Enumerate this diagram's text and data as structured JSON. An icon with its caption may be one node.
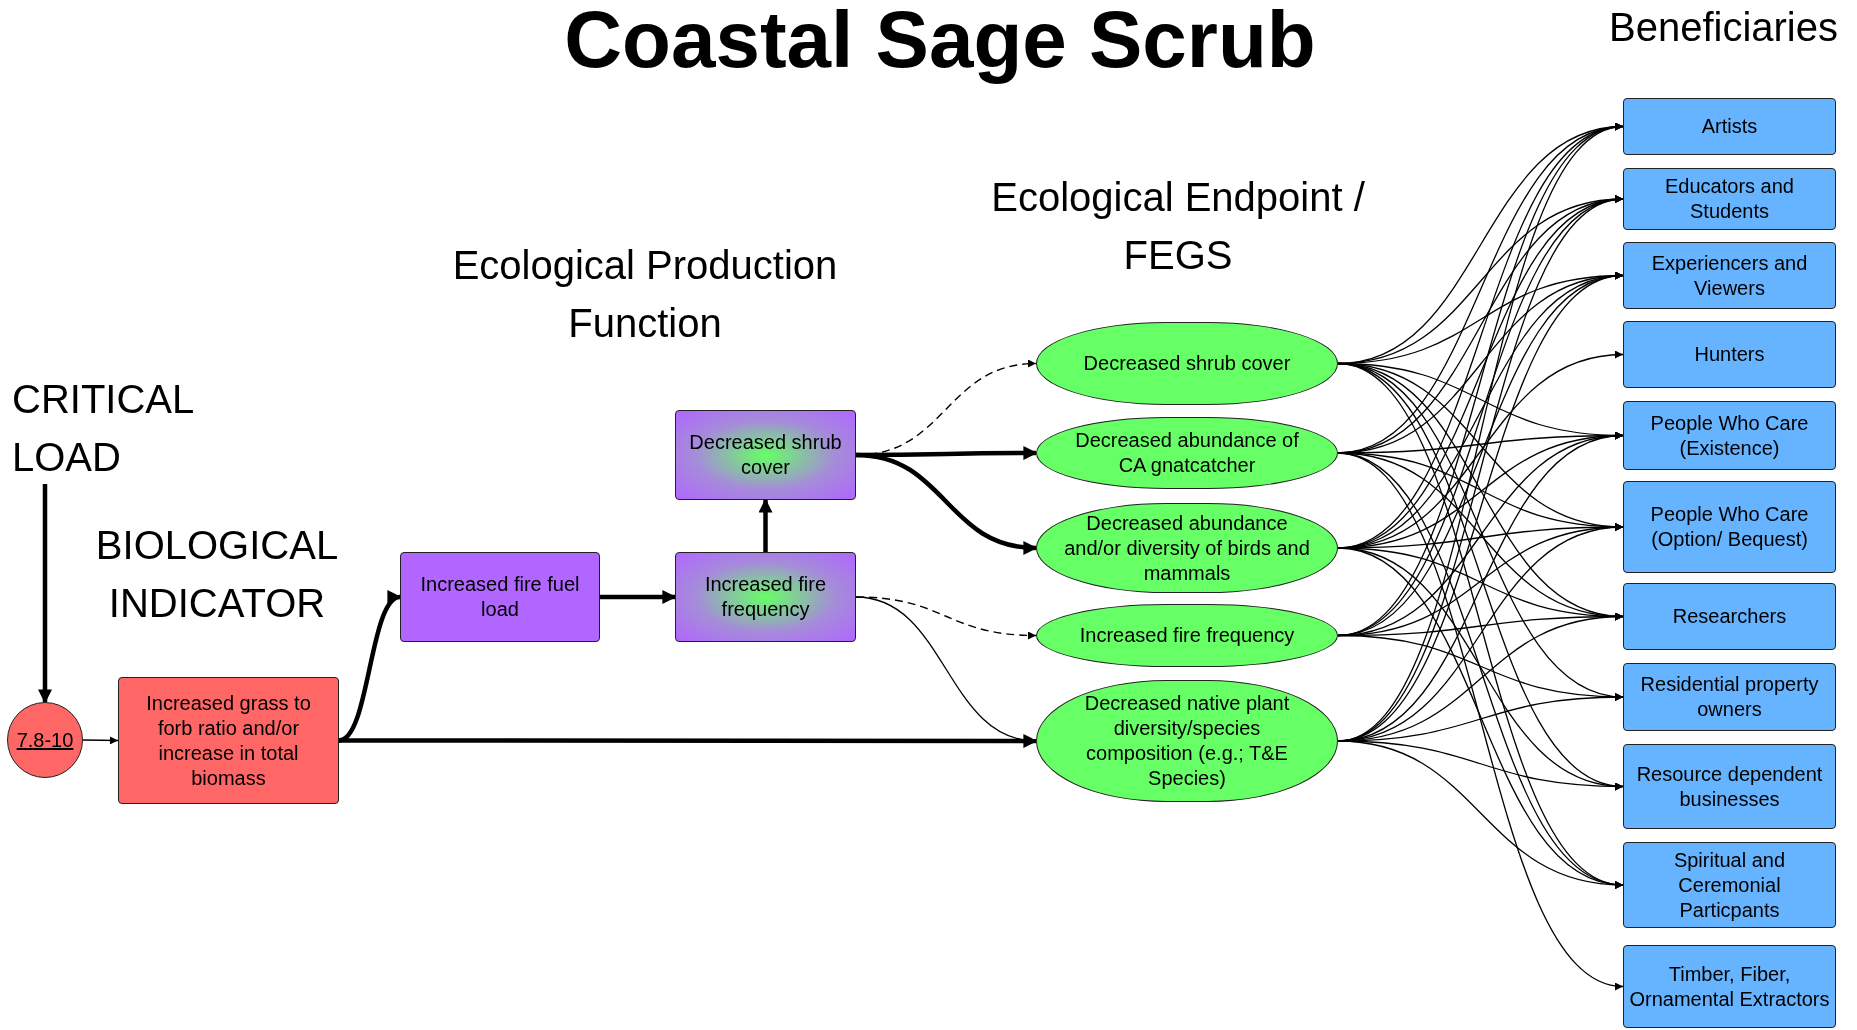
{
  "diagram": {
    "title": "Coastal Sage Scrub",
    "nodes": [
      {
        "text": [
          "CRITICAL LOAD"
        ]
      },
      {
        "text": [
          "7.8-10"
        ]
      },
      {
        "text": [
          "Increased grass to forb ratio and/or increase in total biomass"
        ]
      },
      {
        "text": [
          "Increased fire fuel load"
        ]
      },
      {
        "text": [
          "Increased fire frequency"
        ]
      },
      {
        "text": [
          "Decreased shrub cover"
        ]
      },
      {
        "text": [
          "Decreased shrub cover"
        ]
      },
      {
        "text": [
          "Decreased abundance of CA gnatcatcher"
        ]
      },
      {
        "text": [
          "Decreased abundance and/or diversity of birds and mammals"
        ]
      },
      {
        "text": [
          "Increased fire frequency"
        ]
      },
      {
        "text": [
          "Decreased native plant diversity/species composition (e.g.; T&E Species)"
        ]
      },
      {
        "text": [
          "Artists"
        ]
      },
      {
        "text": [
          "Educators and Students"
        ]
      },
      {
        "text": [
          "Experiencers and Viewers"
        ]
      },
      {
        "text": [
          "Hunters"
        ]
      },
      {
        "text": [
          "People Who Care (Existence)"
        ]
      },
      {
        "text": [
          "People Who Care (Option/ Bequest)"
        ]
      },
      {
        "text": [
          "Researchers"
        ]
      },
      {
        "text": [
          "Residential property owners"
        ]
      },
      {
        "text": [
          "Resource dependent businesses"
        ]
      },
      {
        "text": [
          "Spiritual and Ceremonial Particpants"
        ]
      },
      {
        "text": [
          "Timber, Fiber, Ornamental Extractors"
        ]
      }
    ],
    "edges": [
      {
        "from": 0,
        "to": 1,
        "arrow": "to",
        "style": "thick"
      },
      {
        "from": 1,
        "to": 2,
        "arrow": "to"
      },
      {
        "from": 2,
        "to": 3,
        "arrow": "to",
        "style": "thick"
      },
      {
        "from": 2,
        "to": 10,
        "arrow": "to",
        "style": "thick"
      },
      {
        "from": 3,
        "to": 4,
        "arrow": "to",
        "style": "thick"
      },
      {
        "from": 4,
        "to": 5,
        "arrow": "to",
        "style": "thick"
      },
      {
        "from": 5,
        "to": 6,
        "arrow": "to",
        "style": "dashed"
      },
      {
        "from": 5,
        "to": 7,
        "arrow": "to",
        "style": "thick"
      },
      {
        "from": 5,
        "to": 8,
        "arrow": "to",
        "style": "thick"
      },
      {
        "from": 4,
        "to": 9,
        "arrow": "to",
        "style": "dashed"
      },
      {
        "from": 4,
        "to": 10,
        "arrow": "to"
      },
      {
        "from": 6,
        "to": 11,
        "arrow": "to"
      },
      {
        "from": 7,
        "to": 11,
        "arrow": "to"
      },
      {
        "from": 8,
        "to": 11,
        "arrow": "to"
      },
      {
        "from": 9,
        "to": 11,
        "arrow": "to"
      },
      {
        "from": 10,
        "to": 11,
        "arrow": "to"
      },
      {
        "from": 6,
        "to": 12,
        "arrow": "to"
      },
      {
        "from": 7,
        "to": 12,
        "arrow": "to"
      },
      {
        "from": 8,
        "to": 12,
        "arrow": "to"
      },
      {
        "from": 9,
        "to": 12,
        "arrow": "to"
      },
      {
        "from": 10,
        "to": 12,
        "arrow": "to"
      },
      {
        "from": 6,
        "to": 13,
        "arrow": "to"
      },
      {
        "from": 7,
        "to": 13,
        "arrow": "to"
      },
      {
        "from": 8,
        "to": 13,
        "arrow": "to"
      },
      {
        "from": 9,
        "to": 13,
        "arrow": "to"
      },
      {
        "from": 10,
        "to": 13,
        "arrow": "to"
      },
      {
        "from": 8,
        "to": 14,
        "arrow": "to"
      },
      {
        "from": 6,
        "to": 15,
        "arrow": "to"
      },
      {
        "from": 7,
        "to": 15,
        "arrow": "to"
      },
      {
        "from": 8,
        "to": 15,
        "arrow": "to"
      },
      {
        "from": 9,
        "to": 15,
        "arrow": "to"
      },
      {
        "from": 10,
        "to": 15,
        "arrow": "to"
      },
      {
        "from": 6,
        "to": 16,
        "arrow": "to"
      },
      {
        "from": 7,
        "to": 16,
        "arrow": "to"
      },
      {
        "from": 8,
        "to": 16,
        "arrow": "to"
      },
      {
        "from": 9,
        "to": 16,
        "arrow": "to"
      },
      {
        "from": 10,
        "to": 16,
        "arrow": "to"
      },
      {
        "from": 6,
        "to": 17,
        "arrow": "to"
      },
      {
        "from": 7,
        "to": 17,
        "arrow": "to"
      },
      {
        "from": 8,
        "to": 17,
        "arrow": "to"
      },
      {
        "from": 9,
        "to": 17,
        "arrow": "to"
      },
      {
        "from": 10,
        "to": 17,
        "arrow": "to"
      },
      {
        "from": 6,
        "to": 18,
        "arrow": "to"
      },
      {
        "from": 9,
        "to": 18,
        "arrow": "to"
      },
      {
        "from": 10,
        "to": 18,
        "arrow": "to"
      },
      {
        "from": 6,
        "to": 19,
        "arrow": "to"
      },
      {
        "from": 8,
        "to": 19,
        "arrow": "to"
      },
      {
        "from": 10,
        "to": 19,
        "arrow": "to"
      },
      {
        "from": 6,
        "to": 20,
        "arrow": "to"
      },
      {
        "from": 7,
        "to": 20,
        "arrow": "to"
      },
      {
        "from": 8,
        "to": 20,
        "arrow": "to"
      },
      {
        "from": 10,
        "to": 20,
        "arrow": "to"
      },
      {
        "from": 7,
        "to": 21,
        "arrow": "to"
      }
    ],
    "labels": [
      "Beneficiaries",
      "Ecological Endpoint / FEGS",
      "Ecological Production Function",
      "BIOLOGICAL INDICATOR"
    ]
  }
}
